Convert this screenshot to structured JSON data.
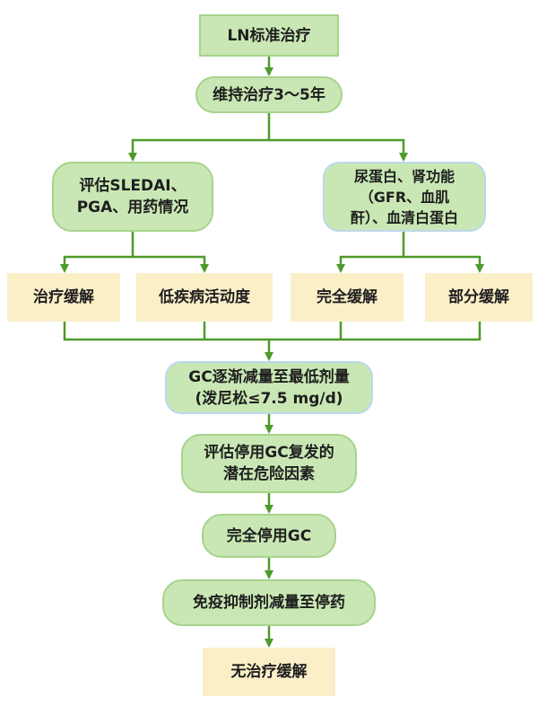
{
  "diagram": {
    "nodes": {
      "start": "LN标准治疗",
      "maintain": "维持治疗3～5年",
      "assess": "评估SLEDAI、\nPGA、用药情况",
      "lab": "尿蛋白、肾功能\n（GFR、血肌\n酐）、血清白蛋白",
      "remission": "治疗缓解",
      "low_activity": "低疾病活动度",
      "complete": "完全缓解",
      "partial": "部分缓解",
      "gc_taper": "GC逐渐减量至最低剂量\n(泼尼松≤7.5 mg/d)",
      "eval_risk": "评估停用GC复发的\n潜在危险因素",
      "stop_gc": "完全停用GC",
      "immuno_taper": "免疫抑制剂减量至停药",
      "no_treatment": "无治疗缓解"
    }
  },
  "colors": {
    "green_fill": "#c9e7b4",
    "green_border": "#a6d38c",
    "blue_border": "#bcd8ec",
    "tan_fill": "#fbefc8",
    "line": "#4e9a2b"
  }
}
